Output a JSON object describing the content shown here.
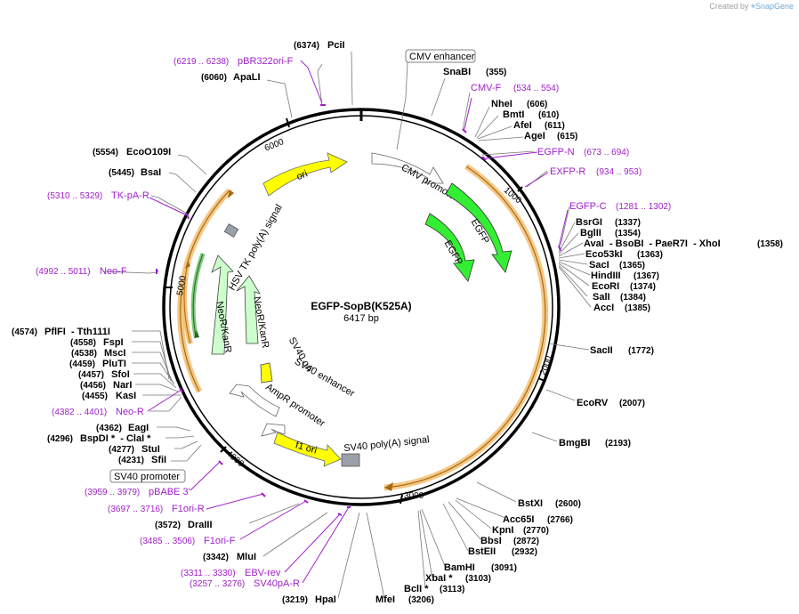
{
  "app": {
    "credit_prefix": "Created by",
    "credit_brand": "SnapGene",
    "logo_icon": "snapgene-logo-icon"
  },
  "plasmid": {
    "name": "EGFP-SopB(K525A)",
    "size": "6417 bp"
  },
  "ticks": [
    "1000",
    "2000",
    "3000",
    "4000",
    "5000",
    "6000"
  ],
  "sites": [
    {
      "name": "PciI",
      "pos": "(6374)"
    },
    {
      "name": "ApaLI",
      "pos": "(6060)"
    },
    {
      "name": "EcoO109I",
      "pos": "(5554)"
    },
    {
      "name": "BsaI",
      "pos": "(5445)"
    },
    {
      "name": "SnaBI",
      "pos": "(355)"
    },
    {
      "name": "NheI",
      "pos": "(606)"
    },
    {
      "name": "BmtI",
      "pos": "(610)"
    },
    {
      "name": "AfeI",
      "pos": "(611)"
    },
    {
      "name": "AgeI",
      "pos": "(615)"
    },
    {
      "name": "BsrGI",
      "pos": "(1337)"
    },
    {
      "name": "BglII",
      "pos": "(1354)"
    },
    {
      "name": "AvaI  - BsoBI  - PaeR7I  - XhoI",
      "pos": "(1358)"
    },
    {
      "name": "Eco53kI",
      "pos": "(1363)"
    },
    {
      "name": "SacI",
      "pos": "(1365)"
    },
    {
      "name": "HindIII",
      "pos": "(1367)"
    },
    {
      "name": "EcoRI",
      "pos": "(1374)"
    },
    {
      "name": "SalI",
      "pos": "(1384)"
    },
    {
      "name": "AccI",
      "pos": "(1385)"
    },
    {
      "name": "SacII",
      "pos": "(1772)"
    },
    {
      "name": "EcoRV",
      "pos": "(2007)"
    },
    {
      "name": "BmgBI",
      "pos": "(2193)"
    },
    {
      "name": "BstXI",
      "pos": "(2600)"
    },
    {
      "name": "Acc65I",
      "pos": "(2766)"
    },
    {
      "name": "KpnI",
      "pos": "(2770)"
    },
    {
      "name": "BbsI",
      "pos": "(2872)"
    },
    {
      "name": "BstEII",
      "pos": "(2932)"
    },
    {
      "name": "BamHI",
      "pos": "(3091)"
    },
    {
      "name": "XbaI *",
      "pos": "(3103)"
    },
    {
      "name": "BclI *",
      "pos": "(3113)"
    },
    {
      "name": "MfeI",
      "pos": "(3206)"
    },
    {
      "name": "HpaI",
      "pos": "(3219)"
    },
    {
      "name": "MluI",
      "pos": "(3342)"
    },
    {
      "name": "DraIII",
      "pos": "(3572)"
    },
    {
      "name": "SfiI",
      "pos": "(4231)"
    },
    {
      "name": "StuI",
      "pos": "(4277)"
    },
    {
      "name": "BspDI *  - ClaI *",
      "pos": "(4296)"
    },
    {
      "name": "EagI",
      "pos": "(4362)"
    },
    {
      "name": "KasI",
      "pos": "(4455)"
    },
    {
      "name": "NarI",
      "pos": "(4456)"
    },
    {
      "name": "SfoI",
      "pos": "(4457)"
    },
    {
      "name": "PluTI",
      "pos": "(4459)"
    },
    {
      "name": "MscI",
      "pos": "(4538)"
    },
    {
      "name": "FspI",
      "pos": "(4558)"
    },
    {
      "name": "PflFI  - Tth111I",
      "pos": "(4574)"
    }
  ],
  "primers": [
    {
      "name": "pBR322ori-F",
      "pos": "(6219 .. 6238)"
    },
    {
      "name": "TK-pA-R",
      "pos": "(5310 .. 5329)"
    },
    {
      "name": "Neo-F",
      "pos": "(4992 .. 5011)"
    },
    {
      "name": "Neo-R",
      "pos": "(4382 .. 4401)"
    },
    {
      "name": "CMV-F",
      "pos": "(534 .. 554)"
    },
    {
      "name": "EGFP-N",
      "pos": "(673 .. 694)"
    },
    {
      "name": "EXFP-R",
      "pos": "(934 .. 953)"
    },
    {
      "name": "EGFP-C",
      "pos": "(1281 .. 1302)"
    },
    {
      "name": "pBABE 3'",
      "pos": "(3959 .. 3979)"
    },
    {
      "name": "F1ori-R",
      "pos": "(3697 .. 3716)"
    },
    {
      "name": "F1ori-F",
      "pos": "(3485 .. 3506)"
    },
    {
      "name": "EBV-rev",
      "pos": "(3311 .. 3330)"
    },
    {
      "name": "SV40pA-R",
      "pos": "(3257 .. 3276)"
    }
  ],
  "boxed_features": {
    "cmv_enhancer": "CMV enhancer",
    "sv40_promoter": "SV40 promoter"
  },
  "features": {
    "ori": "ori",
    "cmv_promoter": "CMV promoter",
    "egfp_outer": "EGFP",
    "egfp_inner": "EGFP",
    "hsv_tk": "HSV TK poly(A) signal",
    "neo_outer": "NeoR/KanR",
    "neo_inner": "NeoR/KanR",
    "sv40_ori": "SV40 ori",
    "sv40_enh": "SV40 enhancer",
    "ampr_promoter": "AmpR promoter",
    "f1_ori": "f1 ori",
    "sv40_polya": "SV40 poly(A) signal"
  },
  "colors": {
    "egfp": "#33ee33",
    "ori": "#ffff00",
    "neo": "#ccffcc",
    "cds": "#f0a830",
    "primer": "#a020c8",
    "backbone": "#000000"
  }
}
